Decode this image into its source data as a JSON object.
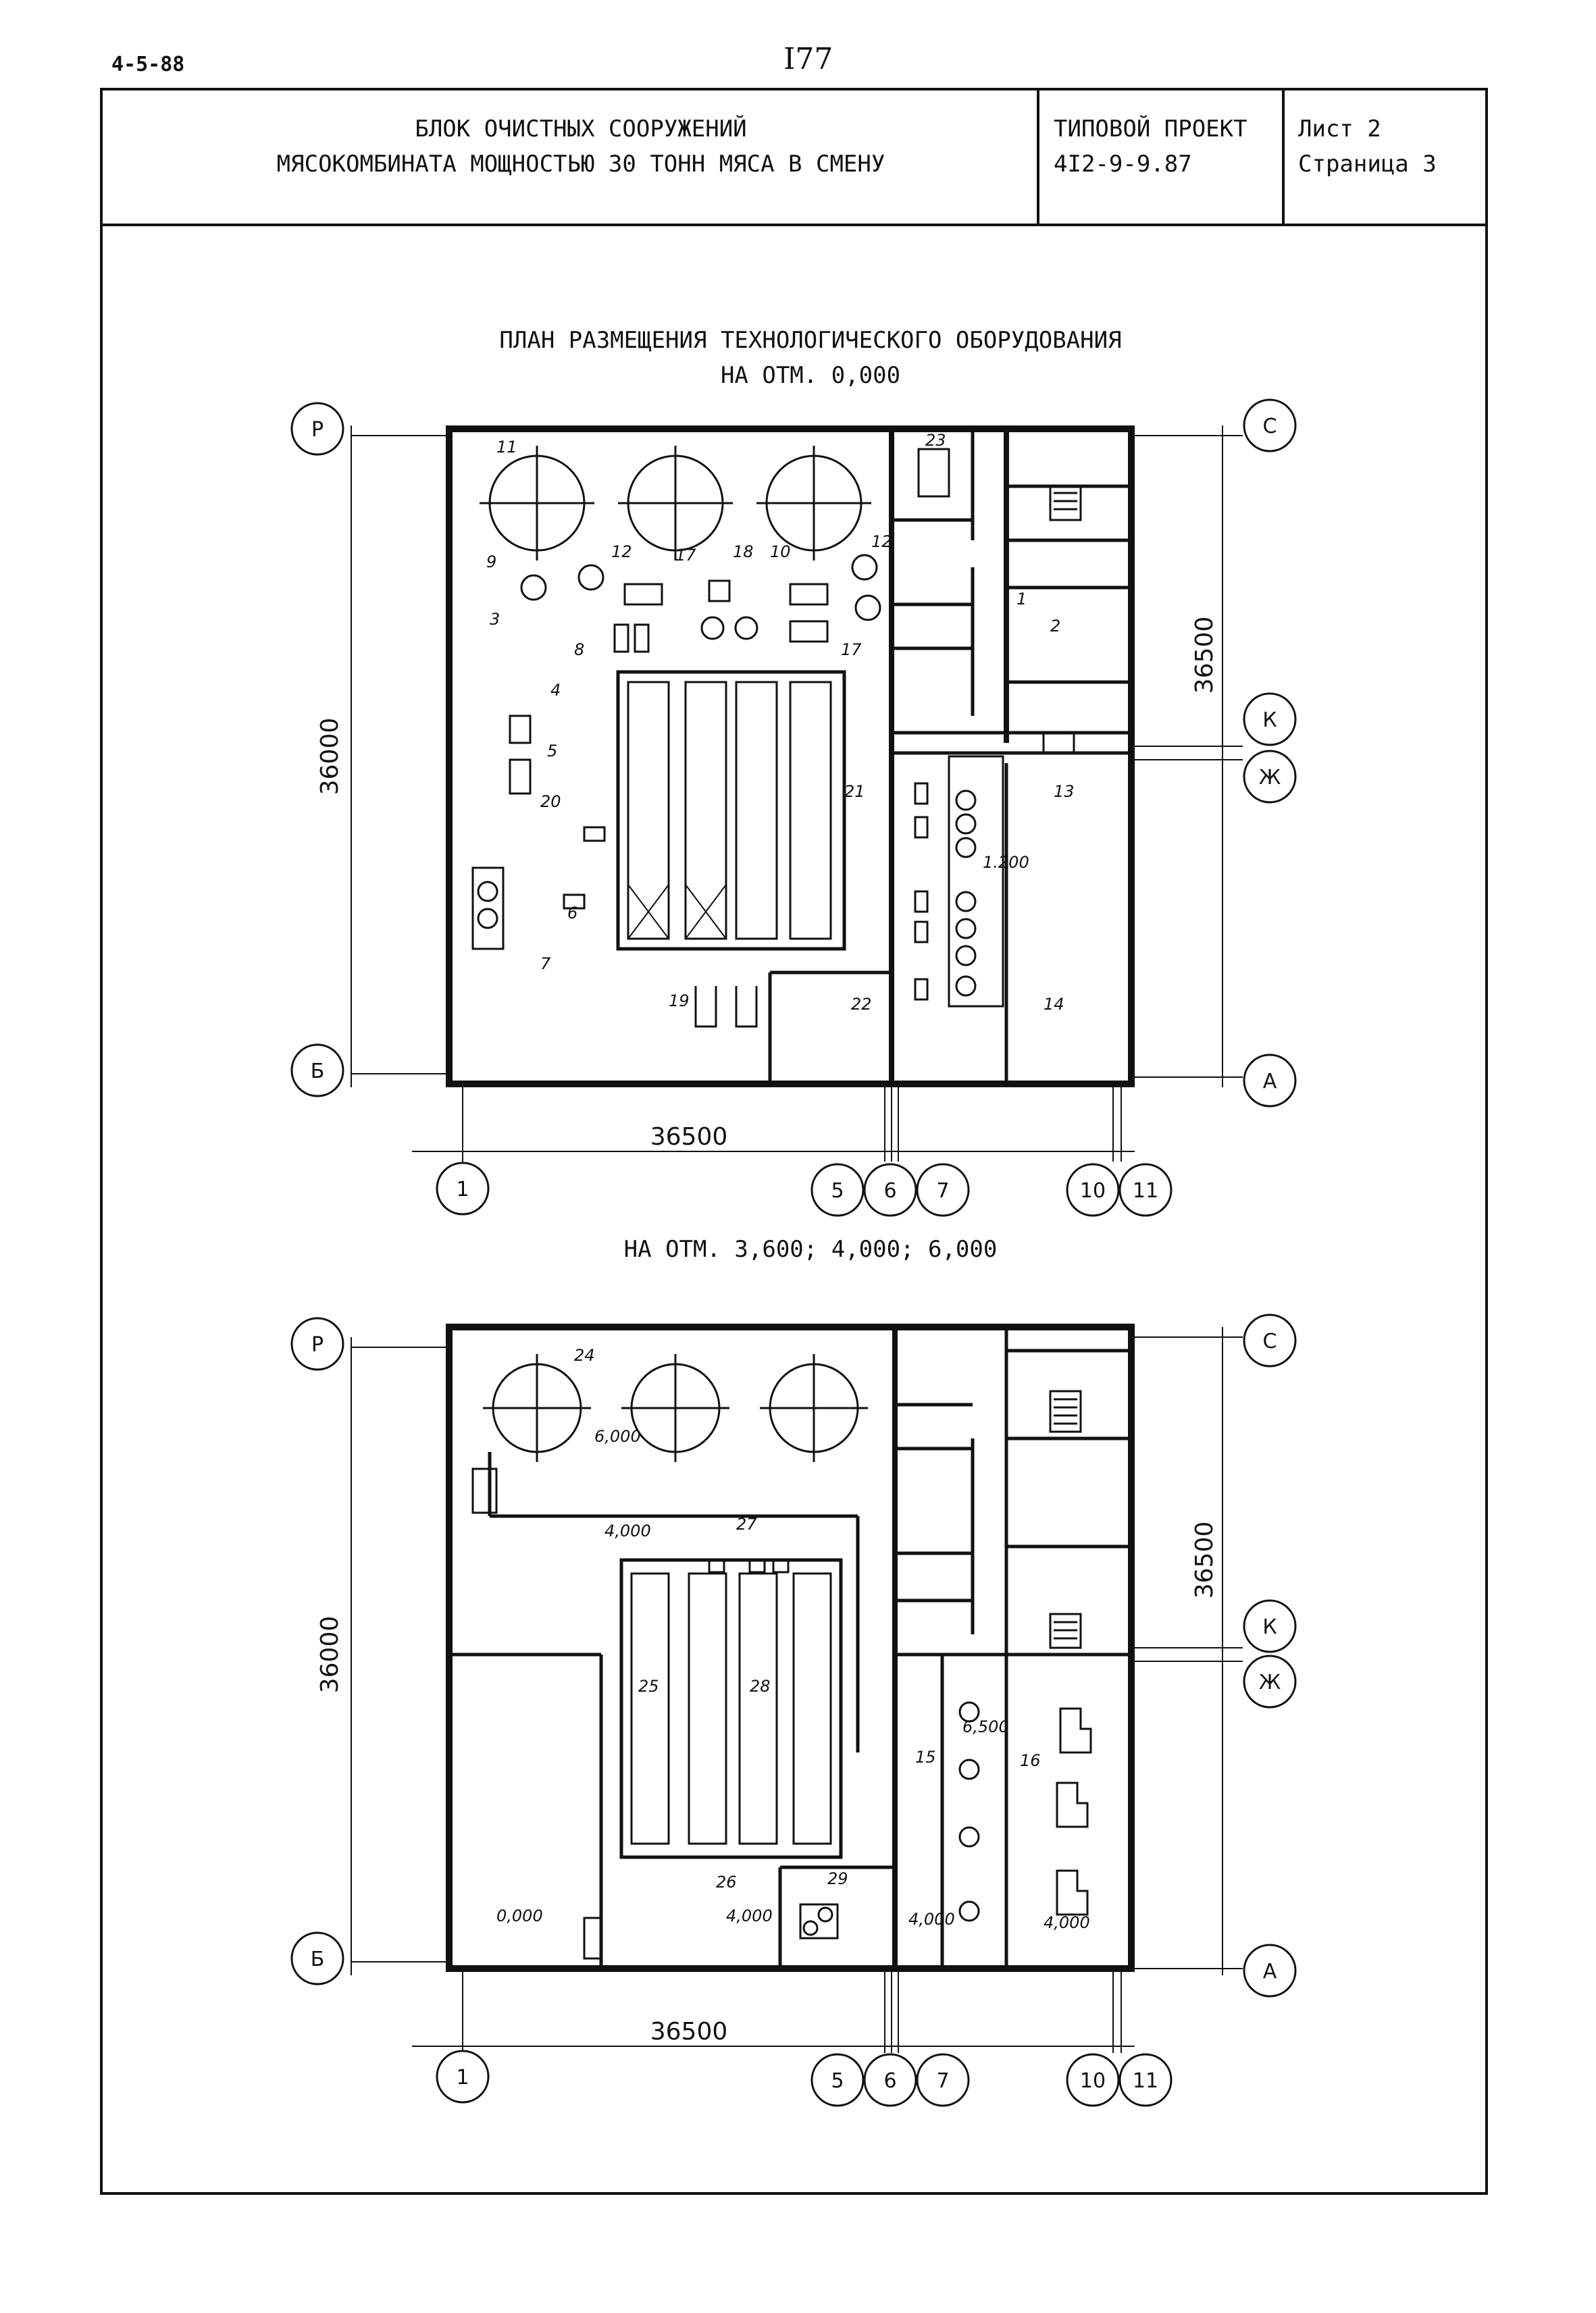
{
  "corner_code": "4-5-88",
  "page_number": "I77",
  "header": {
    "title_line1": "БЛОК ОЧИСТНЫХ СООРУЖЕНИЙ",
    "title_line2": "МЯСОКОМБИНАТА МОЩНОСТЬЮ 30 ТОНН МЯСА В СМЕНУ",
    "project_label": "ТИПОВОЙ ПРОЕКТ",
    "project_code": "4I2-9-9.87",
    "sheet": "Лист 2",
    "page": "Страница 3"
  },
  "plan": {
    "title_line1": "ПЛАН РАЗМЕЩЕНИЯ ТЕХНОЛОГИЧЕСКОГО ОБОРУДОВАНИЯ",
    "title_line2": "НА ОТМ. 0,000",
    "second_title": "НА ОТМ. 3,600; 4,000; 6,000"
  },
  "axes": {
    "rows": [
      "Р",
      "Б",
      "С",
      "К",
      "Ж",
      "А"
    ],
    "columns": [
      "1",
      "5",
      "6",
      "7",
      "10",
      "11"
    ]
  },
  "dimensions": {
    "height_left": "36000",
    "height_right": "36500",
    "width_bottom": "36500"
  },
  "plan1_labels": [
    "11",
    "9",
    "3",
    "12",
    "17",
    "18",
    "10",
    "12",
    "8",
    "17",
    "4",
    "5",
    "20",
    "6",
    "7",
    "21",
    "13",
    "1.200",
    "22",
    "14",
    "19",
    "23",
    "1",
    "2"
  ],
  "plan2_labels": [
    "24",
    "6,000",
    "4,000",
    "27",
    "25",
    "28",
    "26",
    "29",
    "15",
    "16",
    "0,000",
    "4,000",
    "4,000",
    "4,000",
    "6,500"
  ]
}
